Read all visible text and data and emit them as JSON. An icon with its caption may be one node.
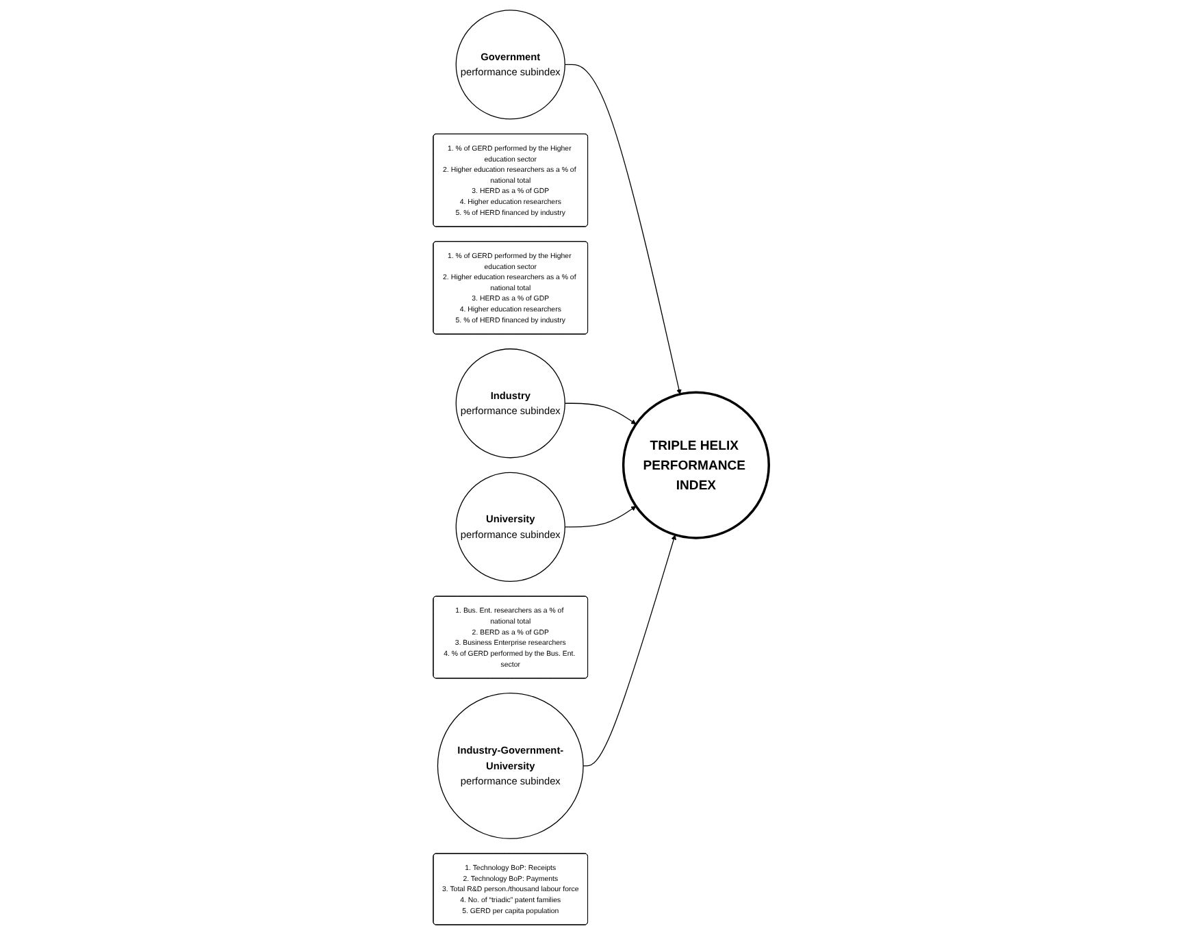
{
  "diagram": {
    "nodes": [
      {
        "text": [
          "Government",
          "performance subindex"
        ]
      },
      {
        "text": [
          "1. % of GERD performed by the Higher education sector",
          "2. Higher education researchers as a % of national total",
          "3. HERD as a % of GDP",
          "4. Higher education researchers",
          "5. % of HERD financed by industry"
        ]
      },
      {
        "text": [
          "1. % of GERD performed by the Higher education sector",
          "2. Higher education researchers as a % of national total",
          "3. HERD as a % of GDP",
          "4. Higher education researchers",
          "5. % of HERD financed by industry"
        ]
      },
      {
        "text": [
          "Industry",
          "performance subindex"
        ]
      },
      {
        "text": [
          "TRIPLE HELIX PERFORMANCE INDEX"
        ]
      },
      {
        "text": [
          "University",
          "performance subindex"
        ]
      },
      {
        "text": [
          "1. Bus. Ent. researchers as a % of national total",
          "2. BERD as a % of GDP",
          "3. Business Enterprise researchers",
          "4. % of GERD performed by the Bus. Ent. sector"
        ]
      },
      {
        "text": [
          "Industry-Government-University",
          "performance subindex"
        ]
      },
      {
        "text": [
          "1. Technology BoP: Receipts",
          "2. Technology BoP: Payments",
          "3. Total R&D person./thousand labour force",
          "4. No. of “triadic” patent families",
          "5. GERD per capita population"
        ]
      }
    ],
    "edges": [
      {
        "from": 0,
        "to": 4,
        "arrow": "to"
      },
      {
        "from": 3,
        "to": 4,
        "arrow": "to"
      },
      {
        "from": 5,
        "to": 4,
        "arrow": "to"
      },
      {
        "from": 7,
        "to": 4,
        "arrow": "to"
      }
    ]
  }
}
